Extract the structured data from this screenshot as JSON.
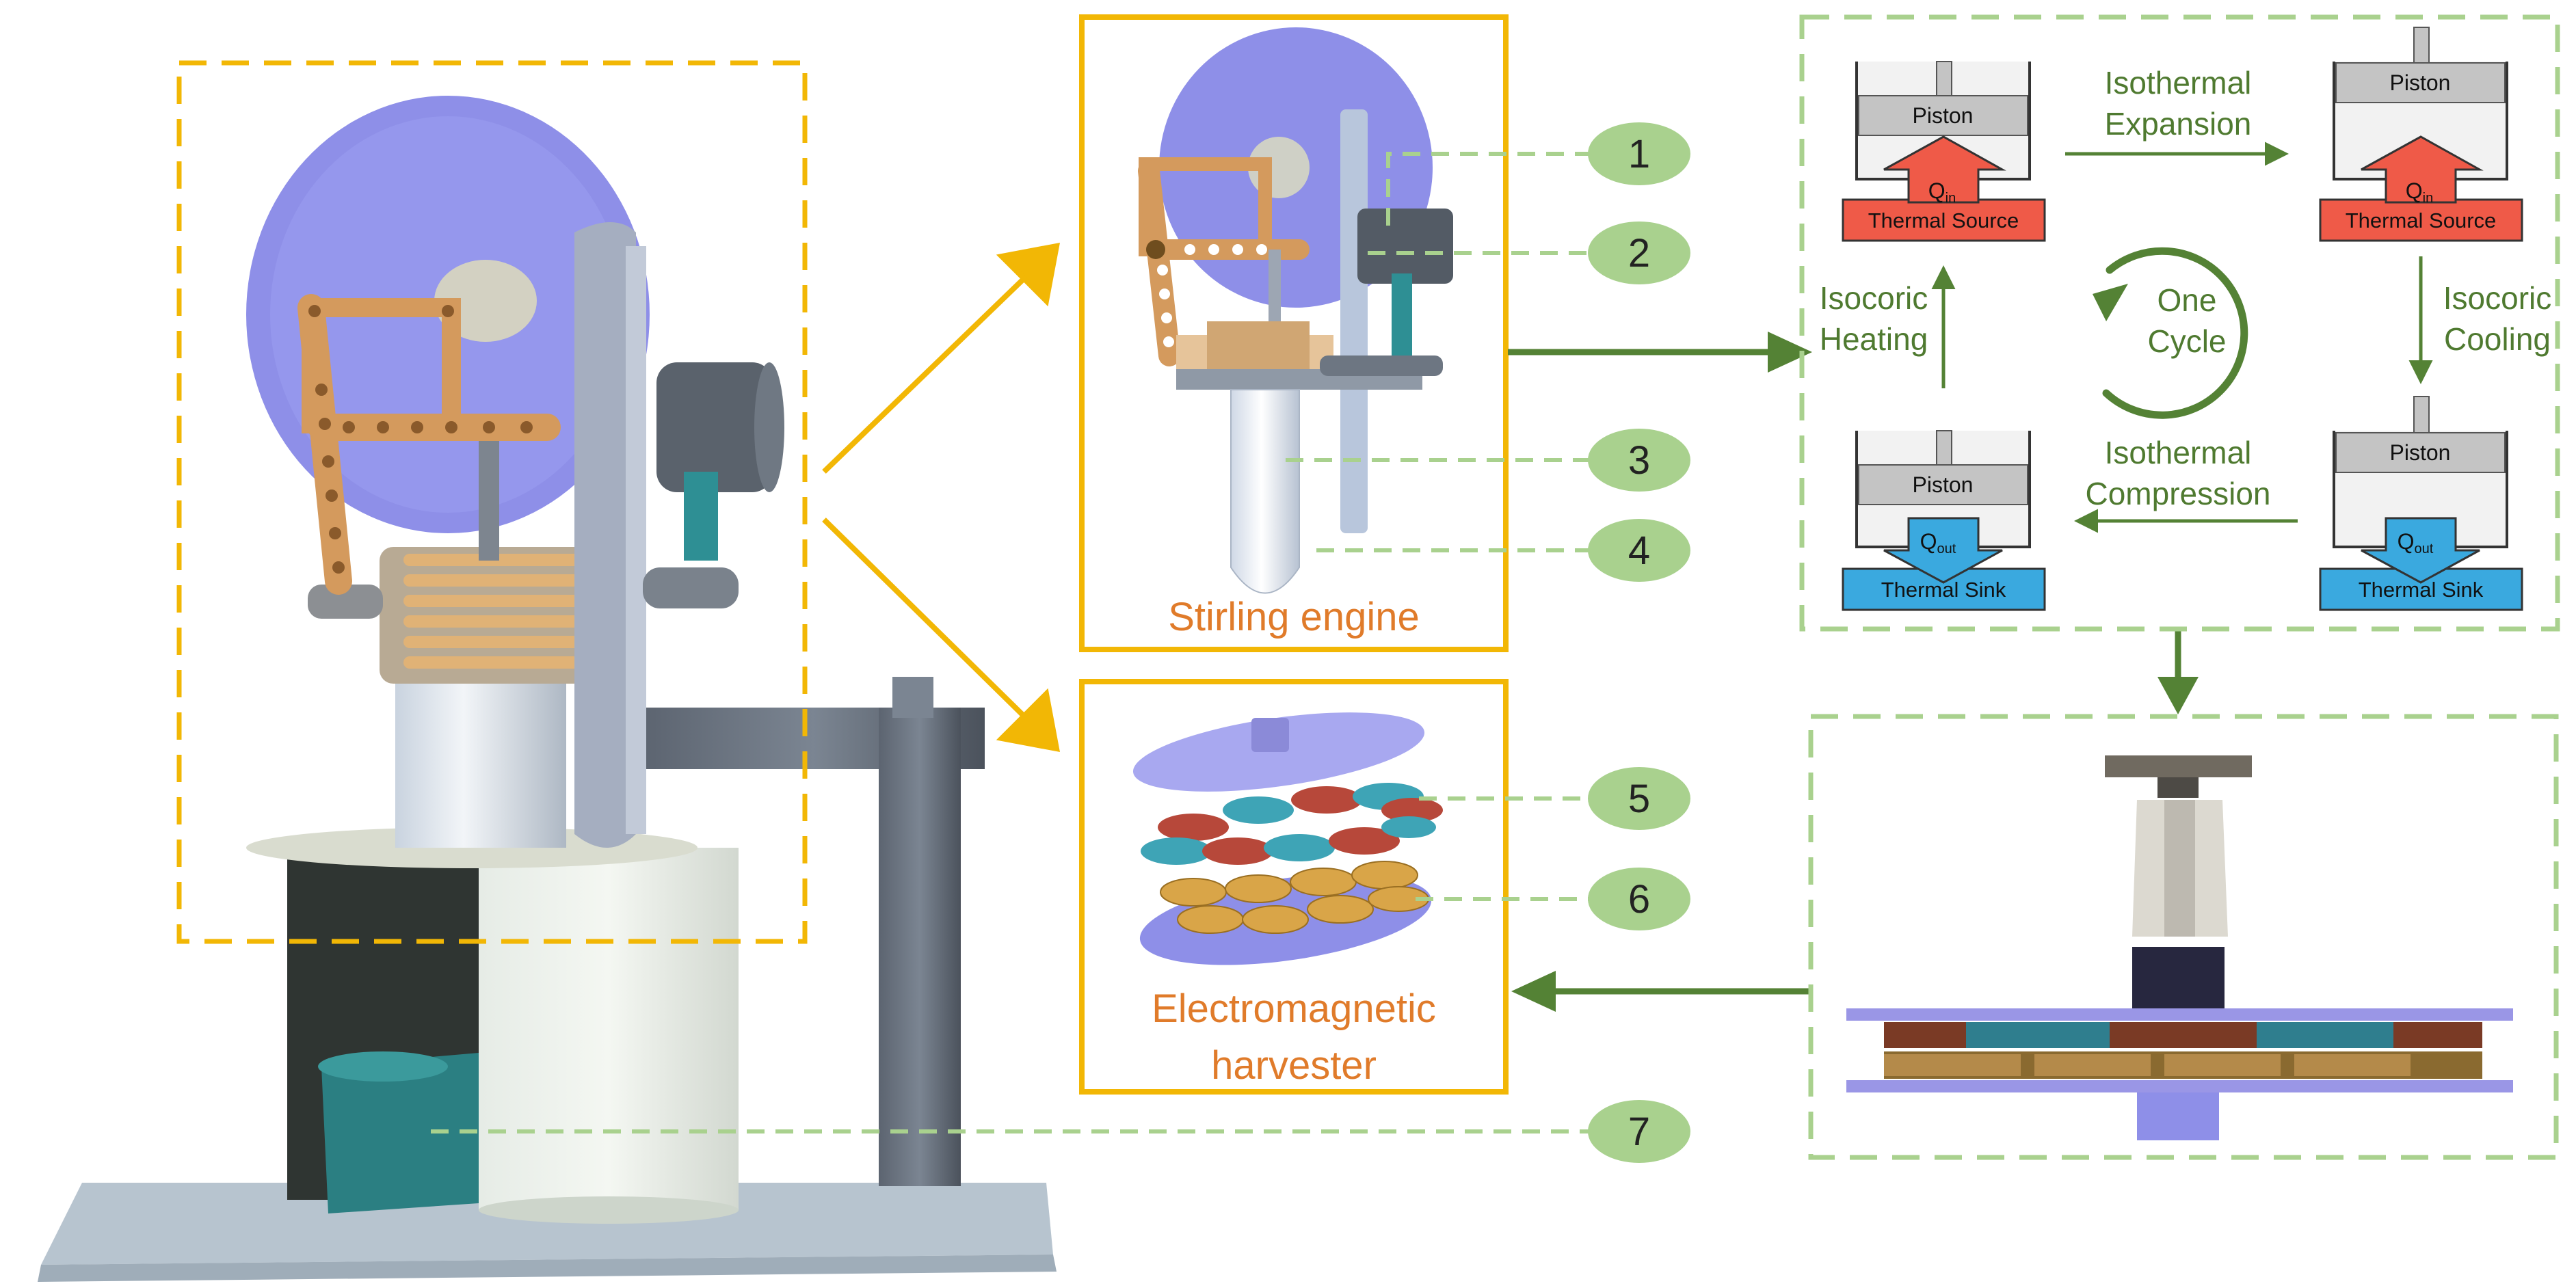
{
  "labels": {
    "stirling_engine": "Stirling engine",
    "harvester_line1": "Electromagnetic",
    "harvester_line2": "harvester"
  },
  "callouts": [
    "1",
    "2",
    "3",
    "4",
    "5",
    "6",
    "7"
  ],
  "cycle": {
    "piston": "Piston",
    "thermal_source": "Thermal Source",
    "thermal_sink": "Thermal Sink",
    "q_in_main": "Q",
    "q_in_sub": "in",
    "q_out_main": "Q",
    "q_out_sub": "out",
    "isothermal_expansion_1": "Isothermal",
    "isothermal_expansion_2": "Expansion",
    "isocoric_cooling_1": "Isocoric",
    "isocoric_cooling_2": "Cooling",
    "isothermal_compression_1": "Isothermal",
    "isothermal_compression_2": "Compression",
    "isocoric_heating_1": "Isocoric",
    "isocoric_heating_2": "Heating",
    "one_cycle_1": "One",
    "one_cycle_2": "Cycle"
  },
  "colors": {
    "callout_yellow": "#f2b705",
    "green_dash": "#a9d18e",
    "green_arrow": "#548235",
    "callout_fill": "#a9d18e",
    "orange_text": "#e07b2a",
    "source_red": "#ef5a48",
    "sink_blue": "#3aa9df",
    "flywheel": "#8e8fe8",
    "copper": "#d9a063"
  }
}
